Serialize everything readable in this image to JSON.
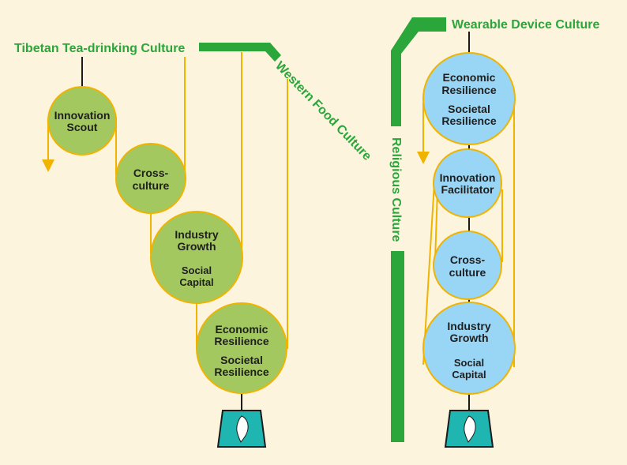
{
  "colors": {
    "background": "#fdf4dd",
    "green_band": "#2aa63b",
    "rope": "#f0b400",
    "green_node": "#a3c860",
    "blue_node": "#99d6f5",
    "weight": "#1fb5b0",
    "island": "#ffffff"
  },
  "left": {
    "label_top": "Tibetan Tea-drinking Culture",
    "label_diag": "Western Food Culture",
    "nodes": {
      "innovation_scout": {
        "line1": "Innovation",
        "line2": "Scout"
      },
      "cross_culture": {
        "line1": "Cross-",
        "line2": "culture"
      },
      "industry_growth": {
        "line1": "Industry",
        "line2": "Growth",
        "sub1": "Social",
        "sub2": "Capital"
      },
      "economic_resilience": {
        "line1": "Economic",
        "line2": "Resilience",
        "sub1": "Societal",
        "sub2": "Resilience"
      }
    },
    "weight_icon": "taiwan-island-icon"
  },
  "right": {
    "label_top": "Wearable Device Culture",
    "label_vert": "Religious Culture",
    "nodes": {
      "economic_resilience": {
        "line1": "Economic",
        "line2": "Resilience",
        "sub1": "Societal",
        "sub2": "Resilience"
      },
      "innovation_facilitator": {
        "line1": "Innovation",
        "line2": "Facilitator"
      },
      "cross_culture": {
        "line1": "Cross-",
        "line2": "culture"
      },
      "industry_growth": {
        "line1": "Industry",
        "line2": "Growth",
        "sub1": "Social",
        "sub2": "Capital"
      }
    },
    "weight_icon": "taiwan-island-icon"
  }
}
